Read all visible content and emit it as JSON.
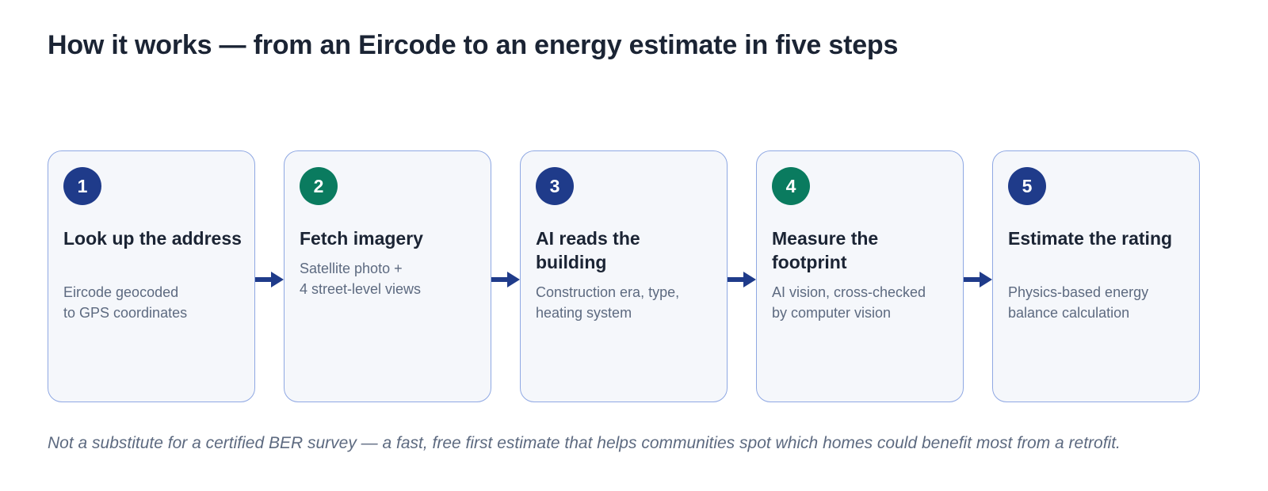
{
  "title": "How it works — from an Eircode to an energy estimate in five steps",
  "steps": [
    {
      "number": "1",
      "title": "Look up the address",
      "description": "Eircode geocoded\nto GPS coordinates",
      "badge_color": "#1f3b8a"
    },
    {
      "number": "2",
      "title": "Fetch imagery",
      "description": "Satellite photo +\n4 street-level views",
      "badge_color": "#0a7b5f"
    },
    {
      "number": "3",
      "title": "AI reads the building",
      "description": "Construction era, type,\nheating system",
      "badge_color": "#1f3b8a"
    },
    {
      "number": "4",
      "title": "Measure the footprint",
      "description": "AI vision, cross-checked\nby computer vision",
      "badge_color": "#0a7b5f"
    },
    {
      "number": "5",
      "title": "Estimate the rating",
      "description": "Physics-based energy\nbalance calculation",
      "badge_color": "#1f3b8a"
    }
  ],
  "connector_icon": "right-arrow-icon",
  "colors": {
    "card_background": "#f5f7fb",
    "card_border": "#8fa8e3",
    "arrow": "#1f3b8a",
    "heading_text": "#1b2434",
    "muted_text": "#5d6a80"
  },
  "footnote": "Not a substitute for a certified BER survey — a fast, free first estimate that helps communities spot which homes could benefit most from a retrofit."
}
